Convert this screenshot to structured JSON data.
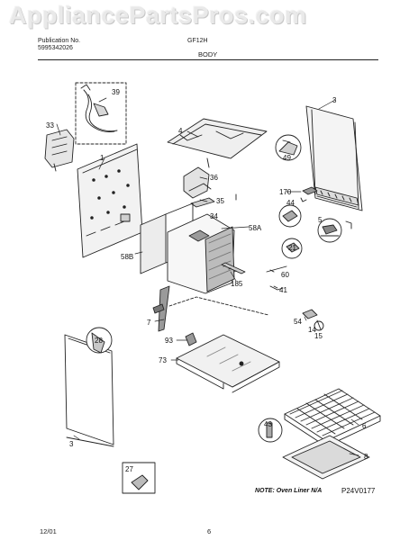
{
  "header": {
    "watermark": "AppliancePartsPros.com",
    "brand_line": "Publication No.",
    "publication_no": "5995342026",
    "model": "GF12H",
    "section_title": "BODY"
  },
  "parts": {
    "p3_back": "3",
    "p39": "39",
    "p33": "33",
    "p1": "1",
    "p4": "4",
    "p49": "49",
    "p36": "36",
    "p35": "35",
    "p170": "170",
    "p44": "44",
    "p5": "5",
    "p34": "34",
    "p58a": "58A",
    "p21": "21",
    "p58b": "58B",
    "p60": "60",
    "p185": "185",
    "p41": "41",
    "p7": "7",
    "p54": "54",
    "p14": "14",
    "p15": "15",
    "p93": "93",
    "p28": "28",
    "p73": "73",
    "p6": "6",
    "p43": "43",
    "p8": "8",
    "p3_side": "3",
    "p27": "27"
  },
  "note": "NOTE: Oven Liner N/A",
  "diagram_code": "P24V0177",
  "footer": {
    "date": "12/01",
    "page": "6"
  }
}
